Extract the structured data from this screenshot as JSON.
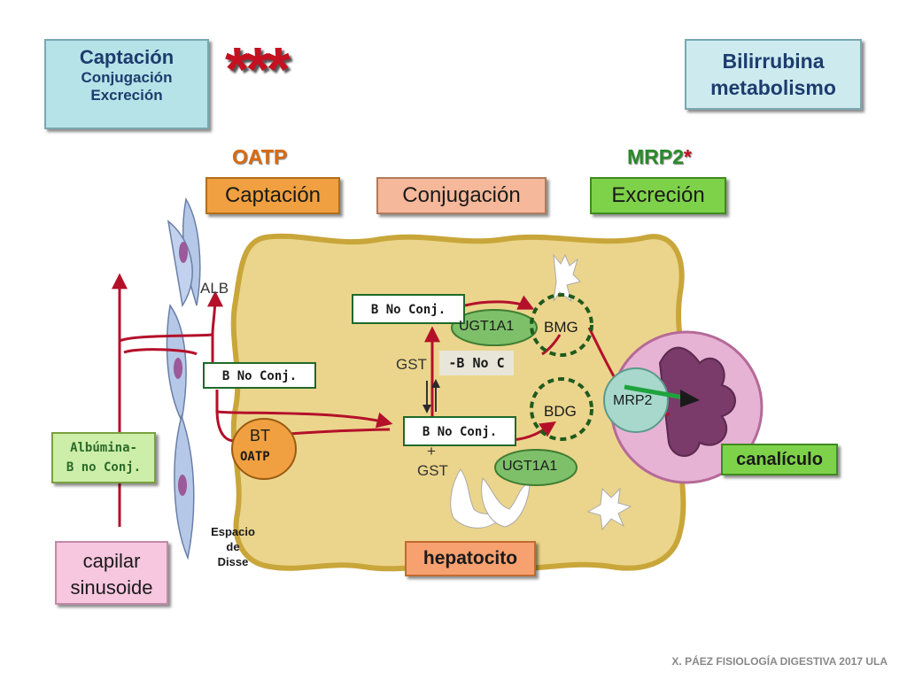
{
  "header": {
    "process_box": {
      "title": "Captación",
      "line2": "Conjugación",
      "line3": "Excreción"
    },
    "stars": "***",
    "topic_box": {
      "line1": "Bilirrubina",
      "line2": "metabolismo"
    }
  },
  "transporters": {
    "oatp": "OATP",
    "mrp2": "MRP2",
    "mrp2_star": "*"
  },
  "steps": {
    "uptake": "Captación",
    "conjugation": "Conjugación",
    "excretion": "Excreción"
  },
  "diagram": {
    "alb": "ALB",
    "b_no_conj_left": "B No Conj.",
    "b_no_conj_top": "B No Conj.",
    "b_no_conj_mid": "B No Conj.",
    "minus_b_no_c": "-B No C",
    "ugt_top": "UGT1A1",
    "ugt_bottom": "UGT1A1",
    "bmg": "BMG",
    "bdg": "BDG",
    "gst_top": "GST",
    "gst_bottom": "GST",
    "plus_sign": "+",
    "bt": "BT",
    "oatp_in_bt": "OATP",
    "mrp2_pump": "MRP2",
    "albumin_box": {
      "line1": "Albúmina-",
      "line2": "B no Conj."
    },
    "disse": {
      "line1": "Espacio",
      "line2": "de",
      "line3": "Disse"
    },
    "canaliculo": "canalículo",
    "hepatocito": "hepatocito",
    "capilar": {
      "line1": "capilar",
      "line2": "sinusoide"
    }
  },
  "footer": "X. PÁEZ   FISIOLOGÍA DIGESTIVA 2017  ULA",
  "colors": {
    "cell_fill": "#ebd58c",
    "cell_border": "#c9a63a",
    "arrow_red": "#b4102a",
    "uptake_box": "#f0a040",
    "conj_box": "#f5b89a",
    "excr_box": "#7ed24a",
    "ugt_green": "#7ec06a",
    "canal_pink": "#e7b3d4",
    "mrp2_teal": "#a8d8cc"
  }
}
